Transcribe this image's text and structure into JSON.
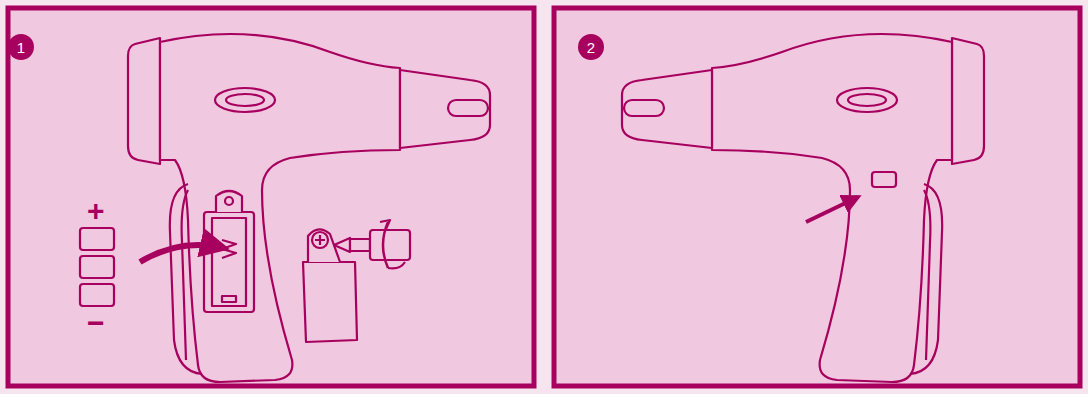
{
  "diagram": {
    "nodes": [
      {
        "text": [
          "1"
        ]
      },
      {
        "text": [
          "2"
        ]
      }
    ],
    "labels": [
      "+",
      "−"
    ]
  }
}
